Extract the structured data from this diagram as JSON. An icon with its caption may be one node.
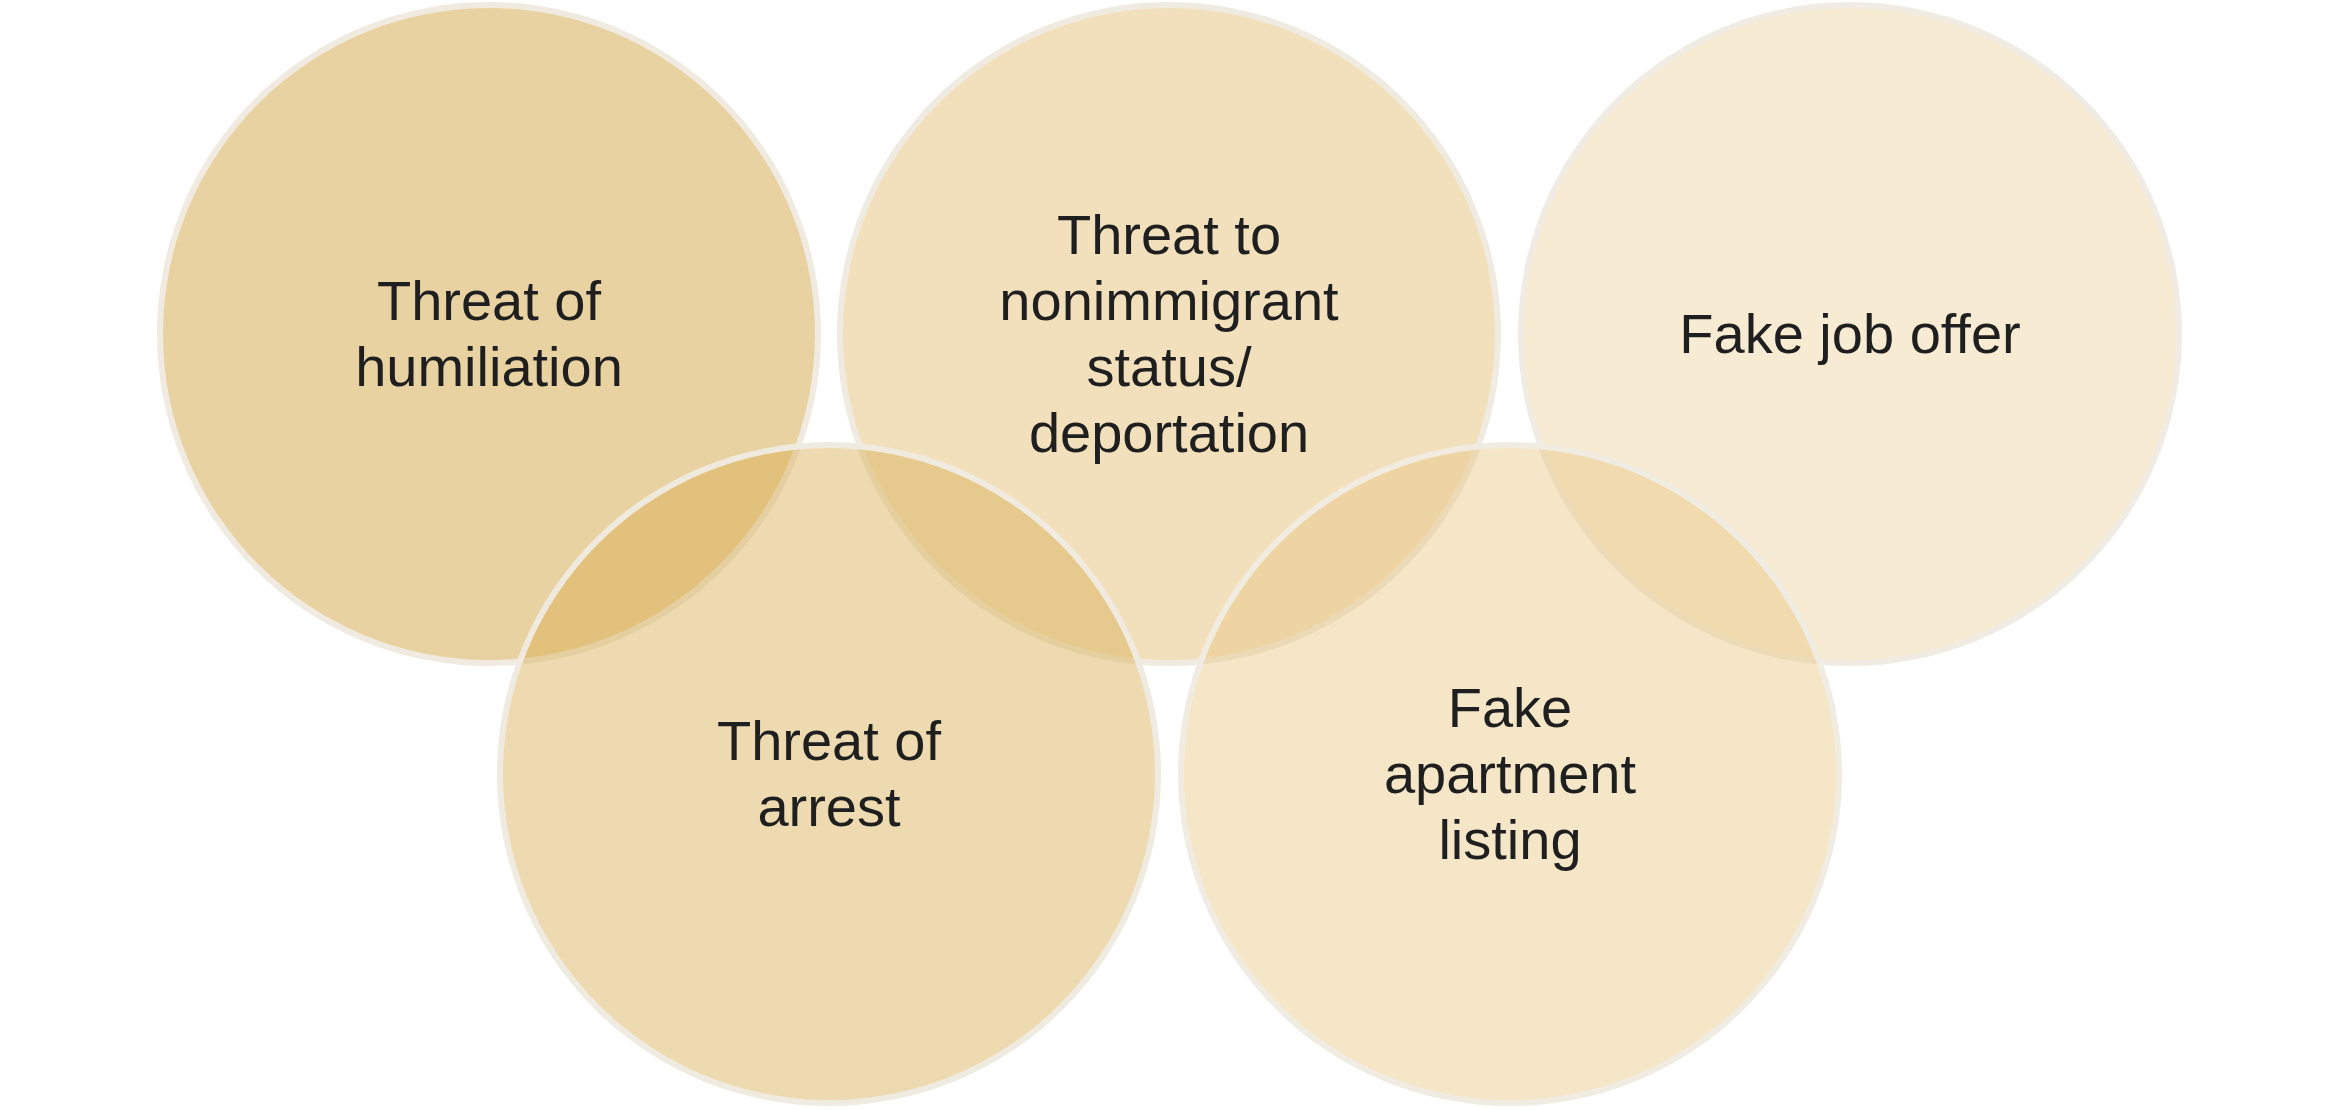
{
  "diagram": {
    "nodes": [
      {
        "text": [
          "Threat of humiliation"
        ]
      },
      {
        "text": [
          "Threat to nonimmigrant status/ deportation"
        ]
      },
      {
        "text": [
          "Fake job offer"
        ]
      },
      {
        "text": [
          "Threat of arrest"
        ]
      },
      {
        "text": [
          "Fake apartment listing"
        ]
      }
    ]
  }
}
